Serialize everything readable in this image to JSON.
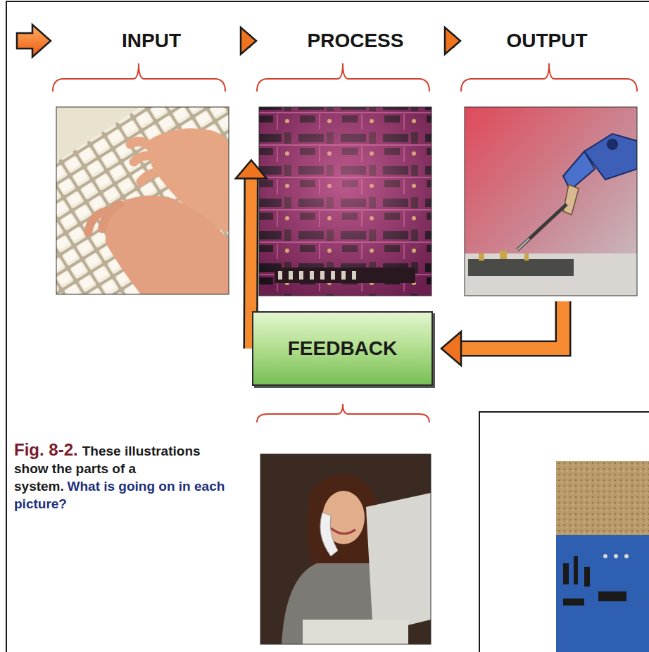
{
  "diagram": {
    "caption": "These illustrations show the parts of a system.",
    "nodes": [
      {
        "text": [
          "INPUT"
        ]
      },
      {
        "text": [
          "PROCESS"
        ]
      },
      {
        "text": [
          "OUTPUT"
        ]
      },
      {
        "text": [
          "FEEDBACK"
        ]
      }
    ],
    "edges": [
      {
        "from": 0,
        "to": 1,
        "arrow": "to"
      },
      {
        "from": 1,
        "to": 2,
        "arrow": "to"
      },
      {
        "from": 2,
        "to": 3,
        "arrow": "to"
      },
      {
        "from": 3,
        "to": 0,
        "arrow": "to"
      }
    ],
    "labels": [
      "Fig. 8-2.",
      "What is going on in each picture?"
    ]
  }
}
